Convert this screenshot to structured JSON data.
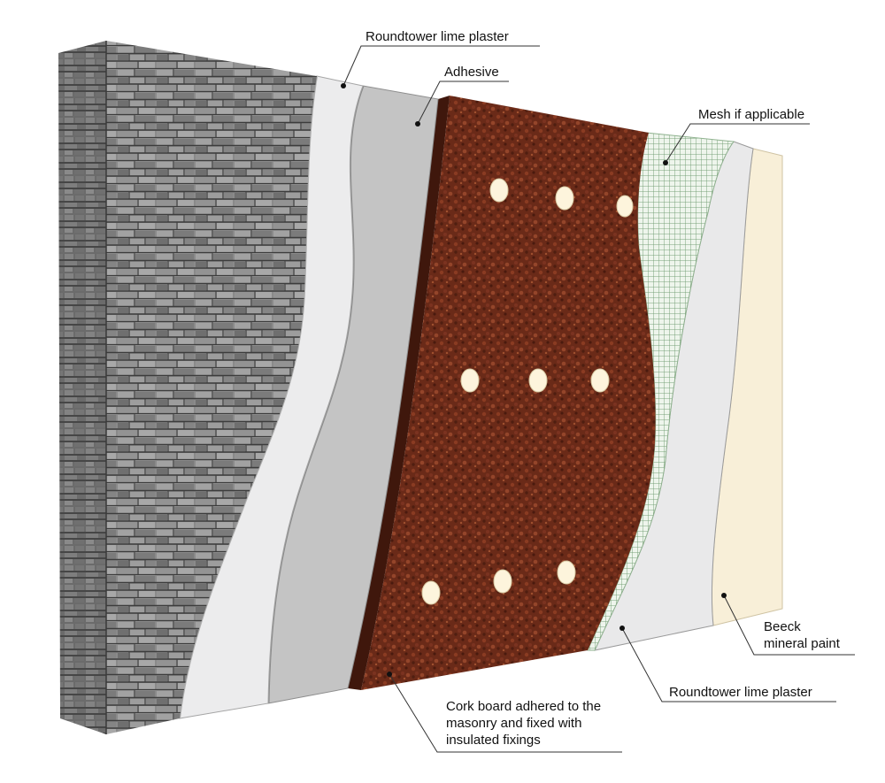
{
  "labels": {
    "plaster_top": "Roundtower lime plaster",
    "adhesive": "Adhesive",
    "mesh": "Mesh if applicable",
    "paint": [
      "Beeck",
      "mineral paint"
    ],
    "plaster_bottom": "Roundtower lime plaster",
    "cork": [
      "Cork board adhered to the",
      "masonry and fixed with",
      "insulated fixings"
    ]
  },
  "colors": {
    "stone": "#8c8c8c",
    "stone_dark": "#5a5a5a",
    "plaster": "#f1f1f1",
    "adhesive": "#c3c3c3",
    "cork": "#6b2b1a",
    "mesh": "#e7f0e4",
    "mesh_grid": "#6e9a6e",
    "paint": "#f8efd8",
    "leader": "#333333"
  }
}
